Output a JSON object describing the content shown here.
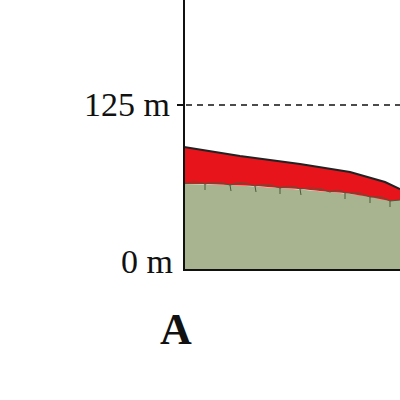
{
  "diagram": {
    "labels": [
      "125 m",
      "0 m",
      "A"
    ]
  }
}
